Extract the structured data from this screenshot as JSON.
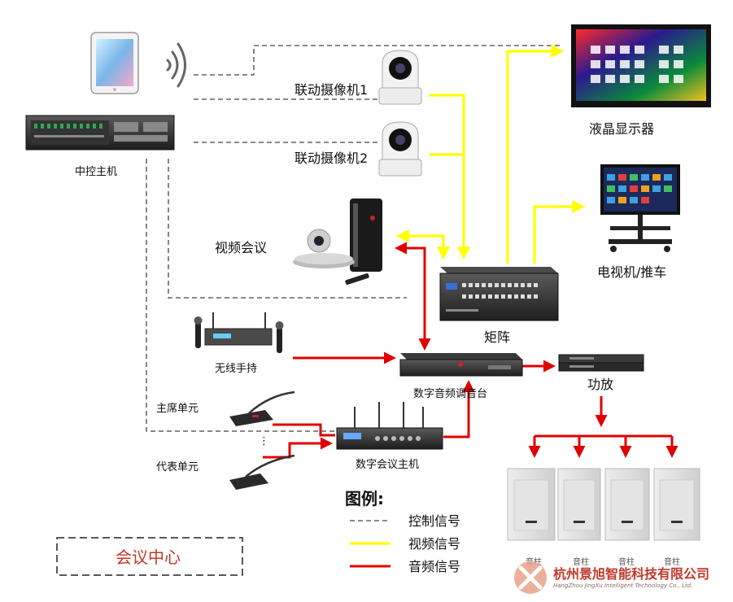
{
  "colors": {
    "control": "#444444",
    "video": "#ffff00",
    "audio": "#e00000",
    "brand": "#c0392b",
    "brand_accent": "#e8a28a",
    "device_dark": "#222222"
  },
  "labels": {
    "camera1": "联动摄像机1",
    "camera2": "联动摄像机2",
    "lcd_display": "液晶显示器",
    "central_controller": "中控主机",
    "tv_cart": "电视机/推车",
    "video_conference": "视频会议",
    "matrix": "矩阵",
    "wireless_mic": "无线手持",
    "digital_mixer": "数字音频调音台",
    "amplifier": "功放",
    "chairman_unit": "主席单元",
    "delegate_unit": "代表单元",
    "conference_host": "数字会议主机",
    "column_speaker": "音柱",
    "dots": "⋮"
  },
  "legend": {
    "title": "图例:",
    "items": [
      {
        "label": "控制信号",
        "kind": "control"
      },
      {
        "label": "视频信号",
        "kind": "video"
      },
      {
        "label": "音频信号",
        "kind": "audio"
      }
    ]
  },
  "conference_center": "会议中心",
  "brand": {
    "name_cn": "杭州景旭智能科技有限公司",
    "name_en": "HangZhou JingXu Intelligent Technology Co., Ltd."
  },
  "icons": {
    "tablet": "tablet-icon",
    "wifi": "wifi-signal-icon",
    "controller": "rack-controller-icon",
    "camera": "ptz-camera-icon",
    "display": "lcd-display-icon",
    "tv": "tv-cart-icon",
    "videoconf": "video-conference-icon",
    "matrix": "matrix-switcher-icon",
    "mic": "wireless-mic-icon",
    "mixer": "mixer-icon",
    "amp": "amplifier-icon",
    "gooseneck": "gooseneck-mic-icon",
    "host": "conference-host-icon",
    "speaker": "column-speaker-icon",
    "logo": "company-logo-icon"
  }
}
